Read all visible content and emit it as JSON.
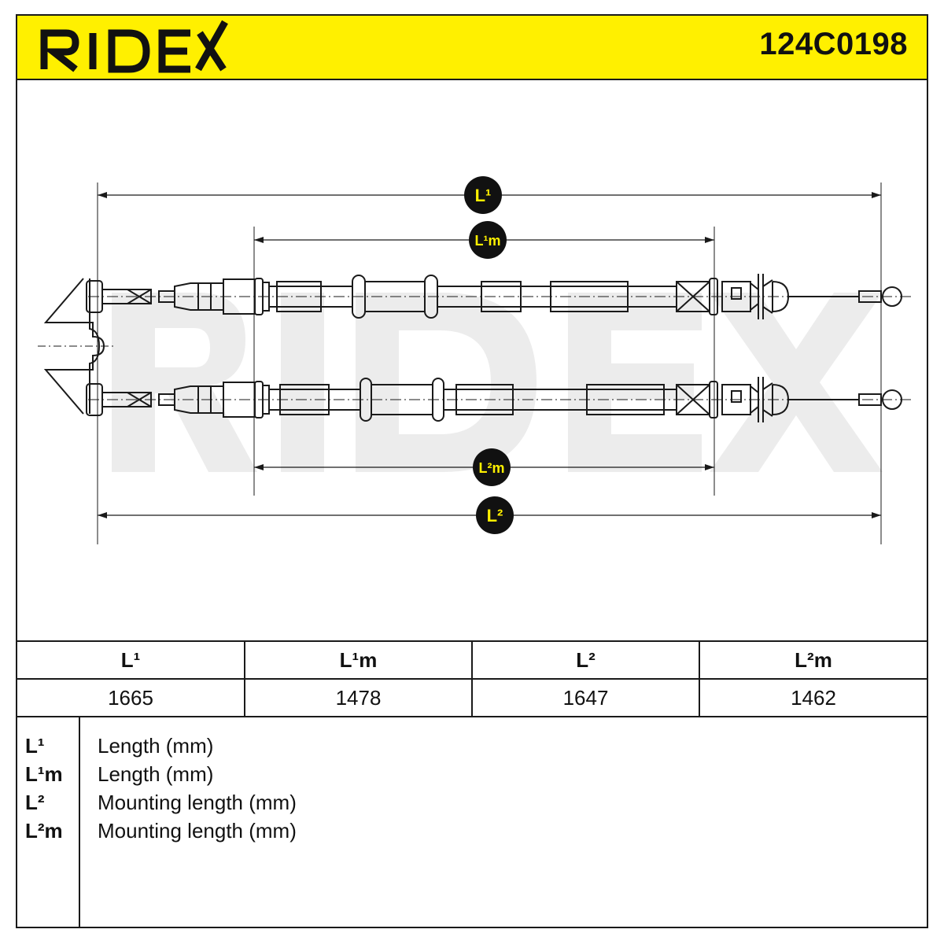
{
  "header": {
    "brand": "RIDEX",
    "part_number": "124C0198",
    "brand_color": "#fff000"
  },
  "drawing": {
    "watermark": "RIDEX",
    "dimension_labels": {
      "l1": "L¹",
      "l1m": "L¹m",
      "l2m": "L²m",
      "l2": "L²"
    },
    "colors": {
      "badge": "#111111",
      "badge_text": "#fff000",
      "line": "#1a1a1a",
      "watermark": "#ececec"
    }
  },
  "dimensions_table": {
    "headers": [
      "L¹",
      "L¹m",
      "L²",
      "L²m"
    ],
    "values": [
      "1665",
      "1478",
      "1647",
      "1462"
    ]
  },
  "legend": [
    {
      "key": "L¹",
      "description": "Length (mm)"
    },
    {
      "key": "L¹m",
      "description": "Length (mm)"
    },
    {
      "key": "L²",
      "description": "Mounting length (mm)"
    },
    {
      "key": "L²m",
      "description": "Mounting length (mm)"
    }
  ]
}
